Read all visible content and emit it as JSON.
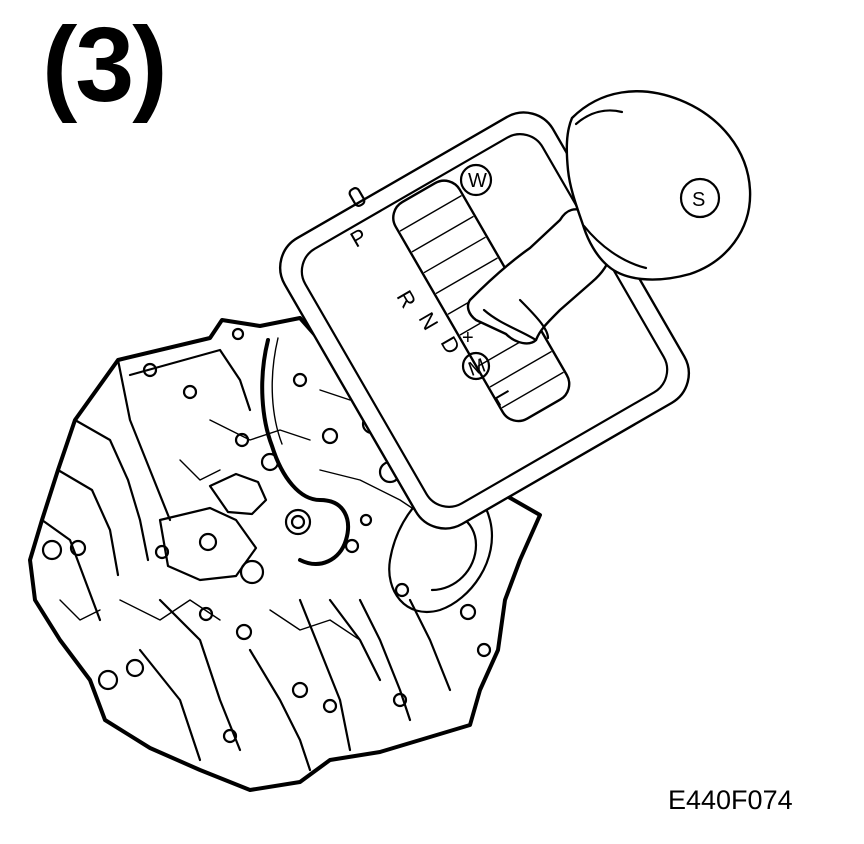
{
  "figure": {
    "number_label": "(3)",
    "code": "E440F074"
  },
  "selector": {
    "gear_positions": [
      "P",
      "R",
      "N",
      "D",
      "L"
    ],
    "manual_label": "M",
    "plus_mark": "+",
    "winter_label": "W",
    "sport_label": "S"
  }
}
